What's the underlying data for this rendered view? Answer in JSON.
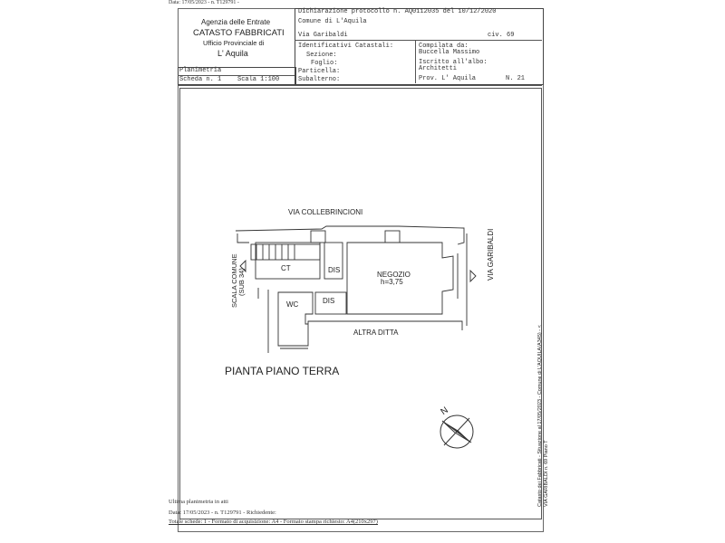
{
  "top_note": "Data: 17/05/2023 - n. T129791 -",
  "agency": {
    "line1": "Agenzia delle Entrate",
    "line2": "CATASTO FABBRICATI",
    "line3": "Ufficio Provinciale di",
    "line4": "L' Aquila"
  },
  "header": {
    "dichiarazione": "Dichiarazione protocollo n. AQ0112035 del 10/12/2020",
    "comune": "Comune di L'Aquila",
    "via": "Via Garibaldi",
    "civico": "civ. 69",
    "identificativi": "Identificativi Catastali:",
    "sezione": "Sezione:",
    "foglio": "Foglio:",
    "particella": "Particella:",
    "subalterno": "Subalterno:",
    "compilata_label": "Compilata da:",
    "compilata_value": "Buccella Massimo",
    "iscritto_label": "Iscritto all'albo:",
    "iscritto_value": "Architetti",
    "prov": "Prov. L' Aquila",
    "numero": "N. 21"
  },
  "planimetria": {
    "title": "Planimetria",
    "scheda": "Scheda n. 1",
    "scala": "Scala 1:100"
  },
  "plan": {
    "street_top": "VIA COLLEBRINCIONI",
    "street_right": "VIA GARIBALDI",
    "stair_label_1": "SCALA COMUNE",
    "stair_label_2": "(SUB 34)",
    "rooms": [
      "CT",
      "DIS",
      "NEGOZIO",
      "h=3,75",
      "WC",
      "DIS"
    ],
    "altra_ditta": "ALTRA DITTA",
    "floor_title": "PIANTA PIANO TERRA",
    "compass": "N"
  },
  "side_text": {
    "line1": "Catasto dei Fabbricati - Situazione al 17/05/2023 - Comune di L'AQUILA(A345) - <",
    "line2": "VIA GARIBALDI n. 69 Piano T"
  },
  "footer": {
    "line1": "Ultima planimetria in atti",
    "line2": "Data: 17/05/2023 - n. T129791 - Richiedente:",
    "line3": "Totale schede: 1 - Formato di acquisizione: A4 - Formato stampa richiesto: A4(210x297)"
  }
}
